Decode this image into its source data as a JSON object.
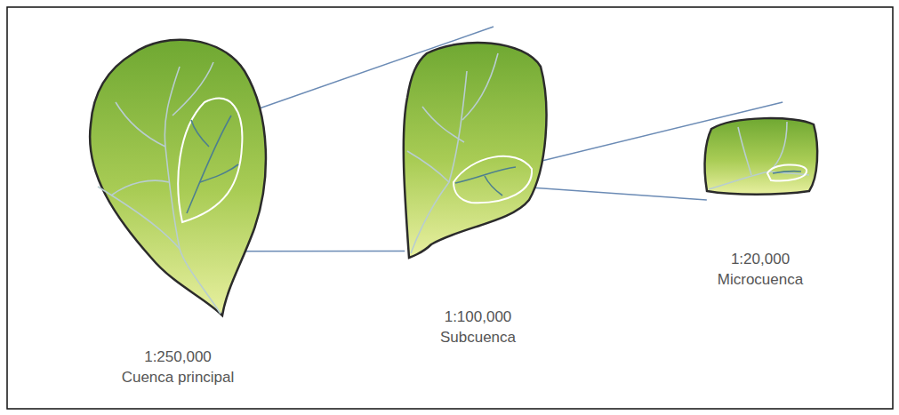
{
  "diagram": {
    "nodes": [
      {
        "text": [
          "1:250,000",
          "Cuenca principal"
        ]
      },
      {
        "text": [
          "1:100,000",
          "Subcuenca"
        ]
      },
      {
        "text": [
          "1:20,000",
          "Microcuenca"
        ]
      }
    ],
    "edges": [
      {
        "from": 0,
        "to": 1,
        "arrow": "none"
      },
      {
        "from": 0,
        "to": 1,
        "arrow": "none"
      },
      {
        "from": 1,
        "to": 2,
        "arrow": "none"
      },
      {
        "from": 1,
        "to": 2,
        "arrow": "none"
      }
    ]
  }
}
